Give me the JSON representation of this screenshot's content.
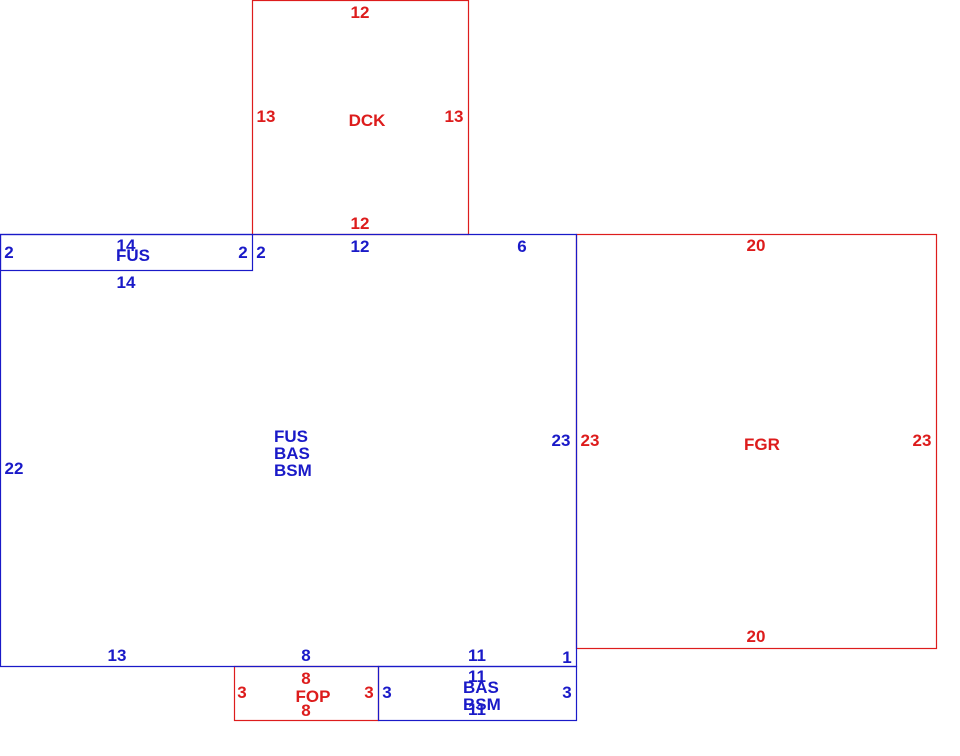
{
  "colors": {
    "blue": "#1a1ac8",
    "red": "#dd1c1c",
    "background": "#ffffff"
  },
  "areas": {
    "dck": {
      "code": "DCK",
      "dims": {
        "top": "12",
        "bottom": "12",
        "left": "13",
        "right": "13"
      }
    },
    "fus_upper": {
      "code": "FUS",
      "dims": {
        "top": "14",
        "bottom": "14",
        "left": "2",
        "right": "2"
      }
    },
    "main": {
      "codes": [
        "FUS",
        "BAS",
        "BSM"
      ],
      "dims": {
        "top_left_segment": "2",
        "top": "12",
        "top_right": "6",
        "right": "23",
        "left": "22",
        "bottom_left": "13",
        "bottom_mid": "8",
        "bottom_right": "11",
        "bottom_step": "1"
      }
    },
    "fgr": {
      "code": "FGR",
      "dims": {
        "top": "20",
        "bottom": "20",
        "left": "23",
        "right": "23"
      }
    },
    "fop": {
      "code": "FOP",
      "dims": {
        "top": "8",
        "bottom": "8",
        "left": "3",
        "right": "3"
      }
    },
    "bas_small": {
      "codes": [
        "BAS",
        "BSM"
      ],
      "dims": {
        "top": "11",
        "bottom": "11",
        "left": "3",
        "right": "3"
      }
    }
  }
}
